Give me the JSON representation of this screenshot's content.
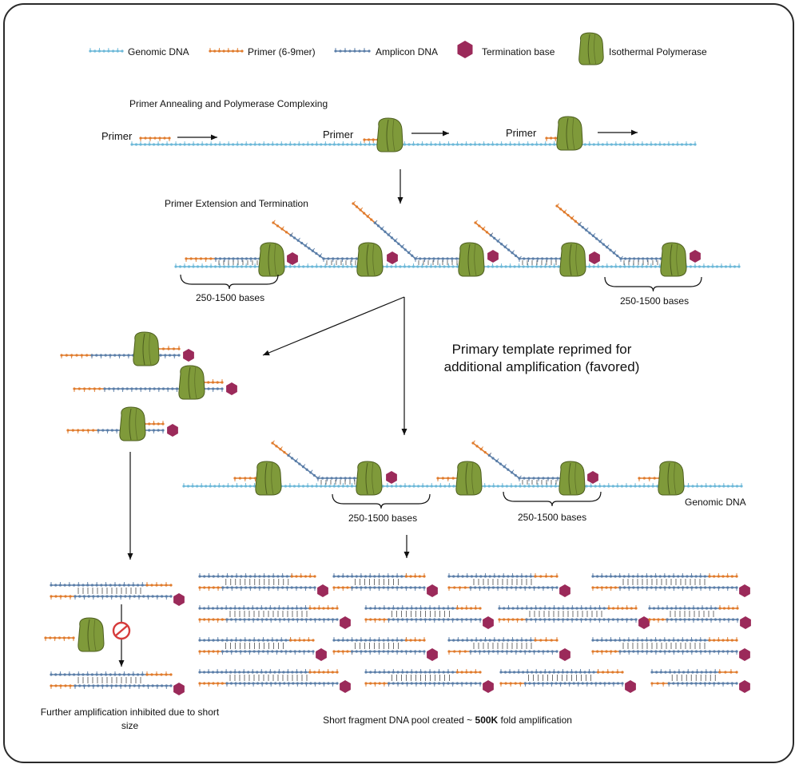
{
  "legend": {
    "genomic": "Genomic DNA",
    "primer": "Primer (6-9mer)",
    "amplicon": "Amplicon DNA",
    "termination": "Termination base",
    "polymerase": "Isothermal Polymerase"
  },
  "steps": {
    "annealing": "Primer Annealing and Polymerase Complexing",
    "extension": "Primer Extension and Termination",
    "reprimed": "Primary template reprimed for additional amplification (favored)"
  },
  "labels": {
    "primer": "Primer",
    "bases_range": "250-1500 bases",
    "genomic_dna": "Genomic DNA"
  },
  "captions": {
    "inhibited": "Further amplification inhibited due to short size",
    "pool_prefix": "Short fragment DNA pool created ~ ",
    "pool_bold": "500K",
    "pool_suffix": " fold amplification"
  },
  "colors": {
    "genomic": "#6cb8d8",
    "primer": "#e07b2c",
    "amplicon": "#5b7ea8",
    "termination": "#9b2a5a",
    "polymerase": "#7f9a3a",
    "inhibit": "#d63b3b"
  }
}
